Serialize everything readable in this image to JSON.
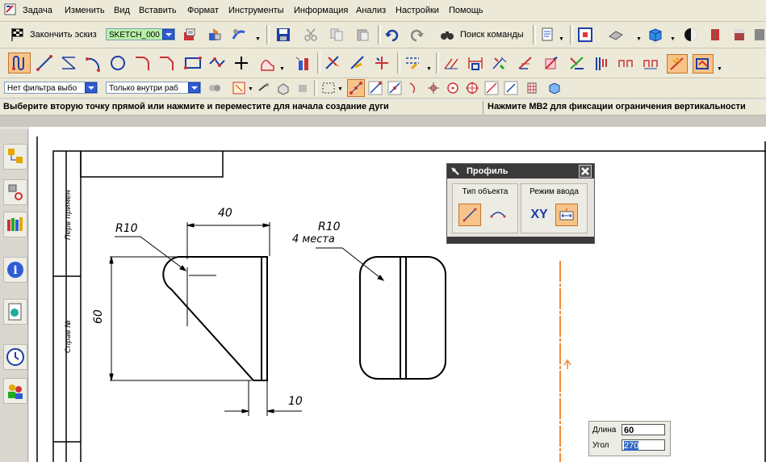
{
  "menu": [
    "Задача",
    "Изменить",
    "Вид",
    "Вставить",
    "Формат",
    "Инструменты",
    "Информация",
    "Анализ",
    "Настройки",
    "Помощь"
  ],
  "toolbar1": {
    "finish_sketch": "Закончить эскиз",
    "sketch_name": "SKETCH_000",
    "command_search": "Поиск команды"
  },
  "toolbar3": {
    "filter": "Нет фильтра выбо",
    "scope": "Только внутри раб"
  },
  "status": {
    "prompt": "Выберите вторую точку прямой или нажмите и переместите для начала создание дуги",
    "hint": "Нажмите MB2 для фиксации ограничения вертикальности"
  },
  "drawing": {
    "frame_label_top": "Перв примен",
    "frame_label_bottom": "Справ №",
    "dim_40": "40",
    "dim_60": "60",
    "dim_10": "10",
    "radius_left": "R10",
    "radius_right": "R10",
    "places": "4 места"
  },
  "profile_dialog": {
    "title": "Профиль",
    "object_type_label": "Тип объекта",
    "input_mode_label": "Режим ввода",
    "xy_label": "XY"
  },
  "dynamic_input": {
    "length_label": "Длина",
    "length_value": "60",
    "angle_label": "Угол",
    "angle_value": "270"
  },
  "colors": {
    "ui_background": "#ece9d8",
    "accent_blue": "#2f5cd6",
    "preview_line": "#f28b3a",
    "dialog_title": "#3a3a3a",
    "active_button": "#f8c387"
  }
}
